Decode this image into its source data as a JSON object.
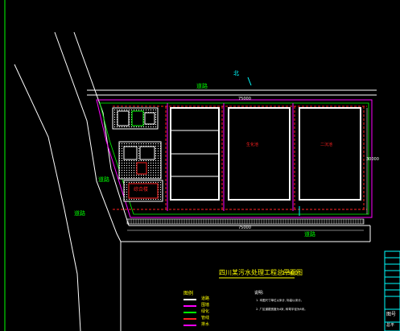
{
  "drawing": {
    "title": "四川某污水处理工程总平面图",
    "scale": "1:500",
    "north_label": "北",
    "road_top": "道路",
    "road_left": "道路",
    "road_bottom": "道路",
    "road_far_left": "道路",
    "building_label": "综合楼",
    "pool_center_label": "生化池",
    "pool_right_label": "二沉池",
    "dim_bottom": "75000",
    "dim_top": "75000",
    "dim_right": "30000"
  },
  "legend": {
    "header": "图例",
    "items": [
      {
        "label": "道路",
        "color": "#ffffff"
      },
      {
        "label": "围墙",
        "color": "#ff00ff"
      },
      {
        "label": "绿化",
        "color": "#00ff00"
      },
      {
        "label": "管线",
        "color": "#ff0000"
      },
      {
        "label": "排水",
        "color": "#ff00ff"
      }
    ]
  },
  "notes": {
    "heading": "说明:",
    "lines": [
      "1. 本图尺寸单位以米计, 标高以米计。",
      "2. 厂区道路宽度为4米, 转弯半径为6米。"
    ]
  },
  "titleblock": {
    "label": "图号",
    "code": "总平"
  },
  "colors": {
    "wall": "#ff00ff",
    "pipe": "#ff2020",
    "green": "#00ff00",
    "white": "#ffffff",
    "cyan": "#00ffff",
    "yellow": "#ffff00"
  }
}
